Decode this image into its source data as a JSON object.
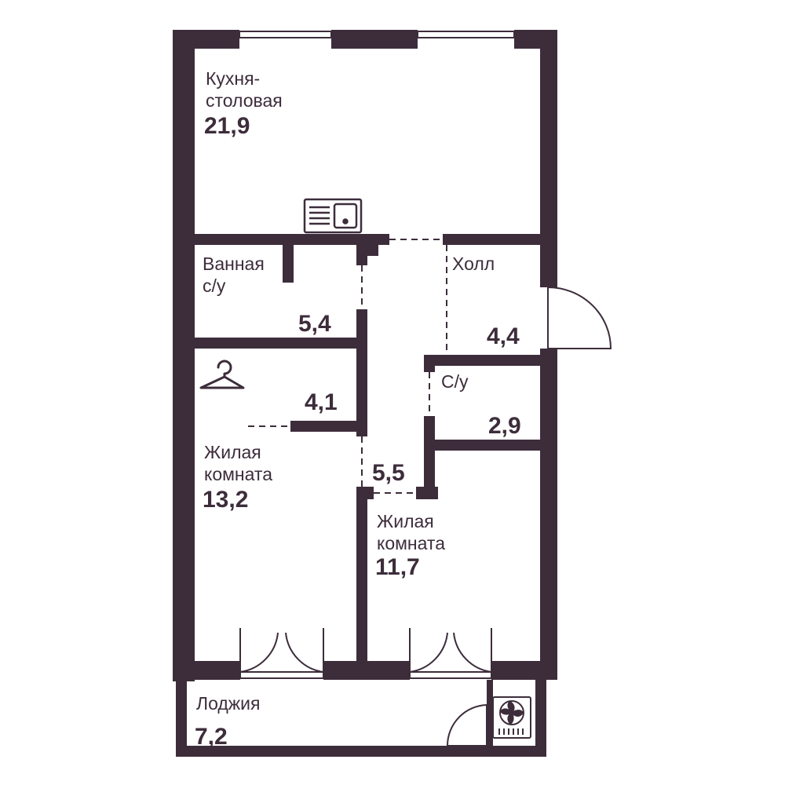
{
  "colors": {
    "wall": "#3d2d3b",
    "background": "#ffffff"
  },
  "rooms": {
    "kitchen": {
      "label": "Кухня-\nстоловая",
      "area": "21,9"
    },
    "bathroom": {
      "label": "Ванная\nс/у",
      "area": "5,4"
    },
    "hall": {
      "label": "Холл",
      "area": "4,4"
    },
    "wardrobe": {
      "area": "4,1",
      "icon": "hanger-icon"
    },
    "wc": {
      "label": "С/у",
      "area": "2,9"
    },
    "corridor": {
      "area": "5,5"
    },
    "living_1": {
      "label": "Жилая\nкомната",
      "area": "13,2"
    },
    "living_2": {
      "label": "Жилая\nкомната",
      "area": "11,7"
    },
    "loggia": {
      "label": "Лоджия",
      "area": "7,2"
    }
  },
  "fixtures": {
    "sink": "sink-icon",
    "fan": "ventilation-fan-icon"
  }
}
